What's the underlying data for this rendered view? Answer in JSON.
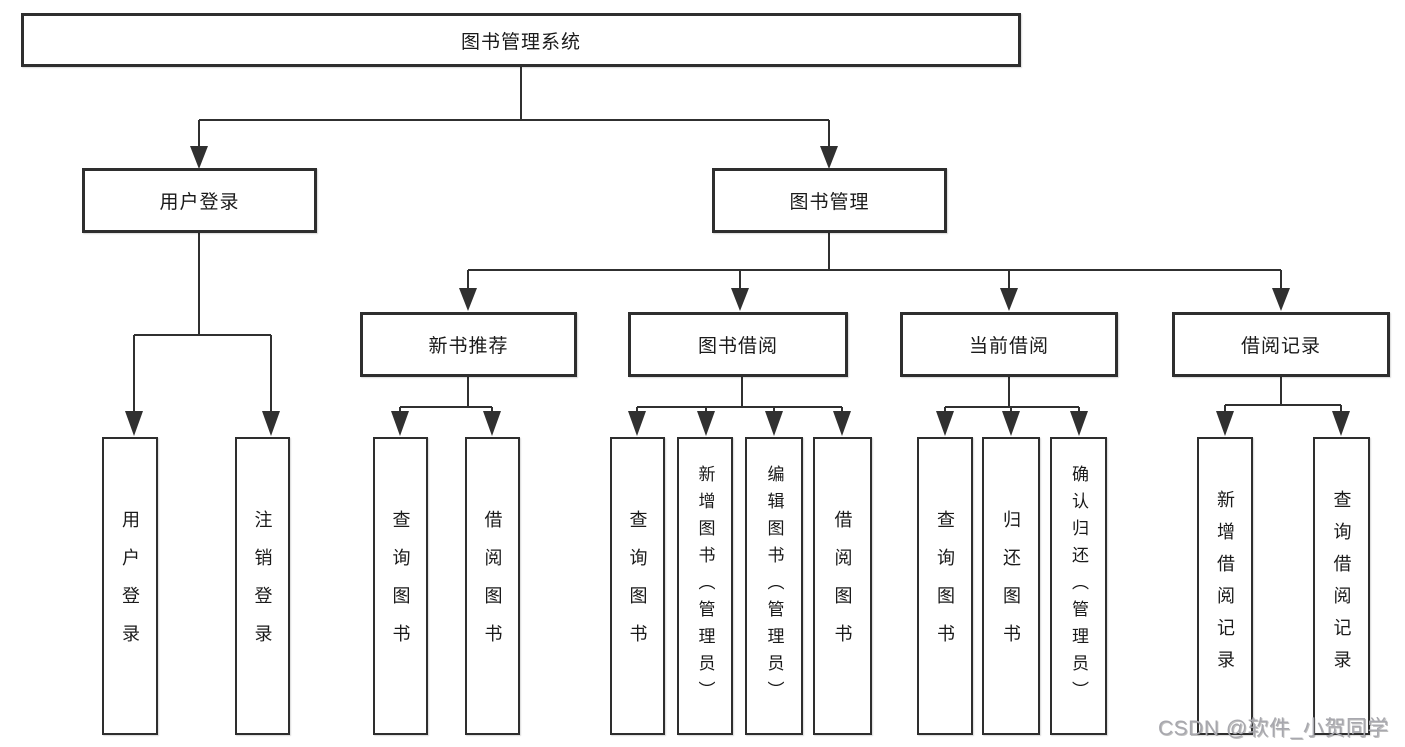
{
  "colors": {
    "line": "#303030",
    "box_border": "#2e2e2e",
    "text": "#1a1a1a",
    "watermark": "#a8a8ae",
    "background": "#ffffff"
  },
  "nodes": {
    "root": {
      "label": "图书管理系统"
    },
    "level2": [
      {
        "label": "用户登录"
      },
      {
        "label": "图书管理"
      }
    ],
    "level3": [
      {
        "label": "新书推荐"
      },
      {
        "label": "图书借阅"
      },
      {
        "label": "当前借阅"
      },
      {
        "label": "借阅记录"
      }
    ],
    "leaves": [
      {
        "label": "用户登录"
      },
      {
        "label": "注销登录"
      },
      {
        "label": "查询图书"
      },
      {
        "label": "借阅图书"
      },
      {
        "label": "查询图书"
      },
      {
        "label": "新增图书（管理员）"
      },
      {
        "label": "编辑图书（管理员）"
      },
      {
        "label": "借阅图书"
      },
      {
        "label": "查询图书"
      },
      {
        "label": "归还图书"
      },
      {
        "label": "确认归还（管理员）"
      },
      {
        "label": "新增借阅记录"
      },
      {
        "label": "查询借阅记录"
      }
    ]
  },
  "watermark": {
    "text": "CSDN @软件_小贺同学"
  }
}
